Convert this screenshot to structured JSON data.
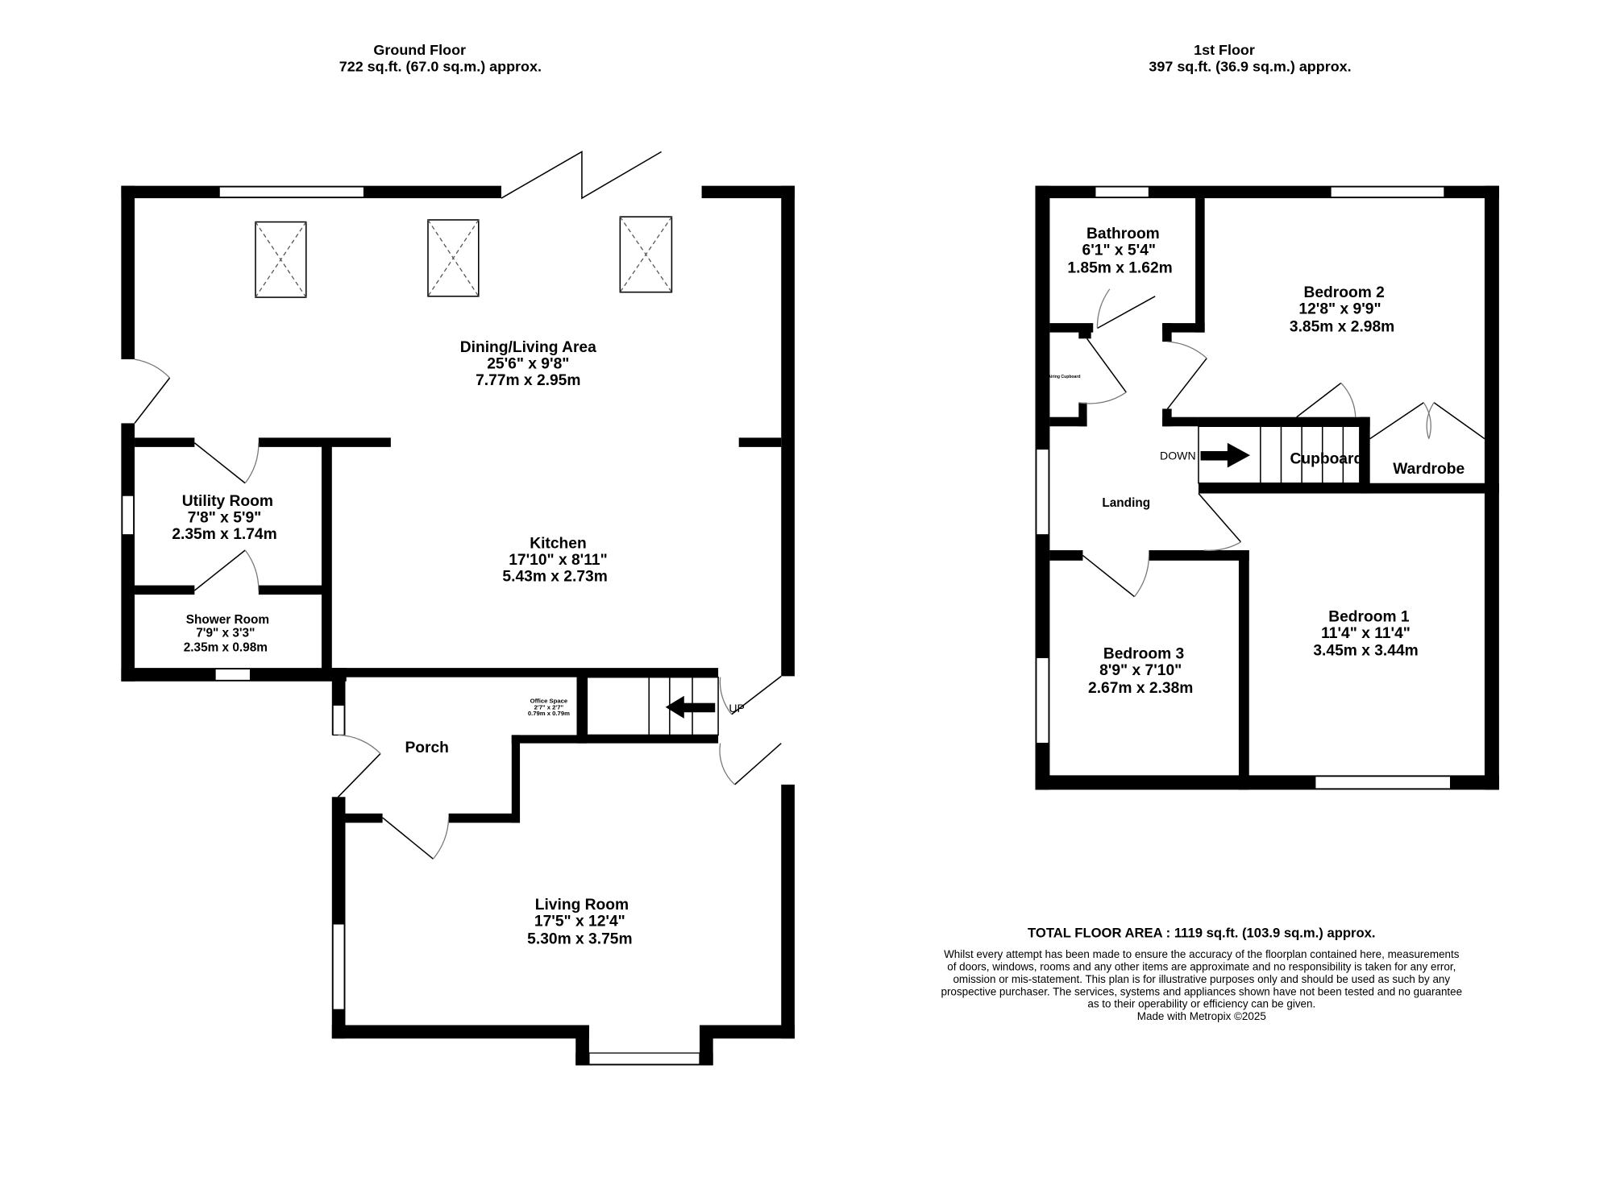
{
  "ground_floor": {
    "title": "Ground Floor",
    "area": "722 sq.ft. (67.0 sq.m.) approx.",
    "rooms": [
      {
        "name": "Dining/Living Area",
        "imperial": "25'6\"  x 9'8\"",
        "metric": "7.77m  x 2.95m"
      },
      {
        "name": "Kitchen",
        "imperial": "17'10\"  x 8'11\"",
        "metric": "5.43m  x 2.73m"
      },
      {
        "name": "Utility Room",
        "imperial": "7'8\"  x 5'9\"",
        "metric": "2.35m  x 1.74m"
      },
      {
        "name": "Shower Room",
        "imperial": "7'9\"  x 3'3\"",
        "metric": "2.35m  x 0.98m"
      },
      {
        "name": "Office Space",
        "imperial": "2'7\"  x 2'7\"",
        "metric": "0.79m  x 0.79m"
      },
      {
        "name": "Porch"
      },
      {
        "name": "Living Room",
        "imperial": "17'5\"  x 12'4\"",
        "metric": "5.30m  x 3.75m"
      }
    ],
    "stairs_label": "UP"
  },
  "first_floor": {
    "title": "1st Floor",
    "area": "397 sq.ft. (36.9 sq.m.) approx.",
    "rooms": [
      {
        "name": "Bathroom",
        "imperial": "6'1\"  x 5'4\"",
        "metric": "1.85m  x 1.62m"
      },
      {
        "name": "Bedroom 2",
        "imperial": "12'8\"  x 9'9\"",
        "metric": "3.85m  x 2.98m"
      },
      {
        "name": "Airing Cupboard"
      },
      {
        "name": "Cupboard"
      },
      {
        "name": "Wardrobe"
      },
      {
        "name": "Landing"
      },
      {
        "name": "Bedroom 1",
        "imperial": "11'4\"  x 11'4\"",
        "metric": "3.45m  x 3.44m"
      },
      {
        "name": "Bedroom 3",
        "imperial": "8'9\"  x 7'10\"",
        "metric": "2.67m  x 2.38m"
      }
    ],
    "stairs_label": "DOWN"
  },
  "footer": {
    "total": "TOTAL FLOOR AREA : 1119 sq.ft. (103.9 sq.m.) approx.",
    "disclaimer": [
      "Whilst every attempt has been made to ensure the accuracy of the floorplan contained here, measurements",
      "of doors, windows, rooms and any other items are approximate and no responsibility is taken for any error,",
      "omission or mis-statement. This plan is for illustrative purposes only and should be used as such by any",
      "prospective purchaser. The services, systems and appliances shown have not been tested and no guarantee",
      "as to their operability or efficiency can be given."
    ],
    "credit": "Made with Metropix ©2025"
  }
}
